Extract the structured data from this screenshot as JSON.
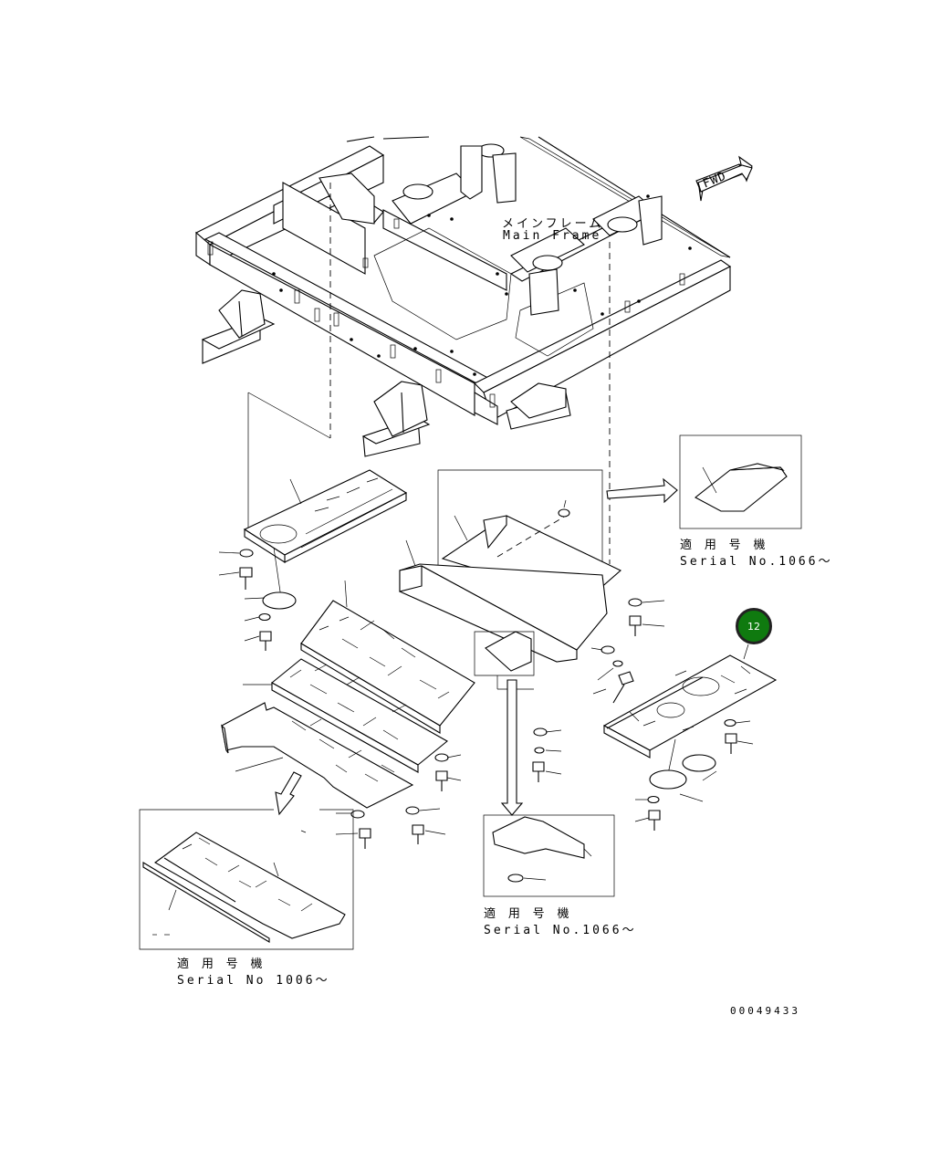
{
  "labels": {
    "main_frame_jp": "メインフレーム",
    "main_frame_en": "Main Frame",
    "fwd": "FWD",
    "serial_right_jp": "適 用 号 機",
    "serial_right_en": "Serial No.1066～",
    "serial_center_jp": "適 用 号 機",
    "serial_center_en": "Serial No.1066～",
    "serial_left_jp": "適 用 号 機",
    "serial_left_en": "Serial No 1006～",
    "ref_code": "00049433"
  },
  "callout": {
    "number": "12",
    "color": "#0f7a0f"
  }
}
